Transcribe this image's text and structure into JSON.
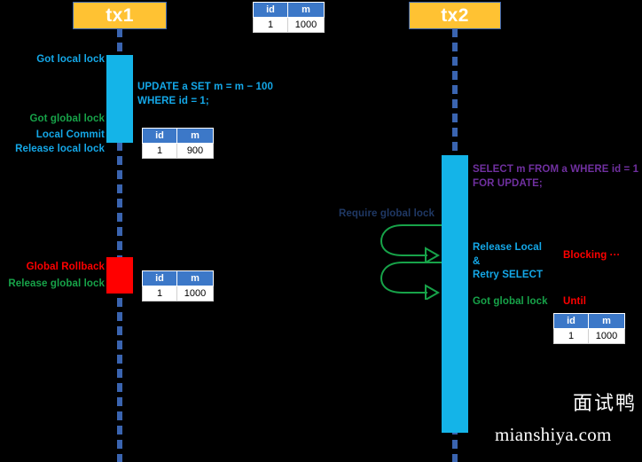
{
  "diagram": {
    "title": "Seata AT mode global lock sequence diagram",
    "background_color": "#000000",
    "actors": [
      {
        "id": "tx1",
        "label": "tx1"
      },
      {
        "id": "tx2",
        "label": "tx2"
      }
    ],
    "colors": {
      "actor_fill": "#FFC233",
      "actor_border": "#3A64B0",
      "lifeline": "#3A64B0",
      "activation": "#14B4E8",
      "rollback": "#FF0000",
      "cyan_text": "#14A8E8",
      "green_text": "#17A349",
      "red_text": "#FF0000",
      "navy_text": "#1F3864",
      "purple_text": "#7030A0",
      "table_header": "#3C78C8",
      "table_cell": "#FFFFFF"
    }
  },
  "tx1_labels": [
    {
      "text": "Got local lock",
      "color": "cyan"
    },
    {
      "text": "Got global lock",
      "color": "green"
    },
    {
      "text": "Local Commit",
      "color": "cyan"
    },
    {
      "text": "Release local lock",
      "color": "cyan"
    },
    {
      "text": "Global Rollback",
      "color": "red"
    },
    {
      "text": "Release global lock",
      "color": "green"
    }
  ],
  "tx2_labels": [
    {
      "text": "Require global lock",
      "color": "navy"
    },
    {
      "text": "Release Local",
      "color": "cyan"
    },
    {
      "text": "&",
      "color": "cyan"
    },
    {
      "text": "Retry SELECT",
      "color": "cyan"
    },
    {
      "text": "Got global lock",
      "color": "green"
    },
    {
      "text": "Blocking ···",
      "color": "red"
    },
    {
      "text": "Until",
      "color": "red"
    }
  ],
  "sql": {
    "update": "UPDATE a SET m = m − 100\nWHERE id = 1;",
    "select": "SELECT m FROM a WHERE id = 1\nFOR UPDATE;"
  },
  "tables": [
    {
      "name": "initial-state",
      "headers": [
        "id",
        "m"
      ],
      "rows": [
        [
          "1",
          "1000"
        ]
      ]
    },
    {
      "name": "after-local-commit",
      "headers": [
        "id",
        "m"
      ],
      "rows": [
        [
          "1",
          "900"
        ]
      ]
    },
    {
      "name": "after-global-rollback",
      "headers": [
        "id",
        "m"
      ],
      "rows": [
        [
          "1",
          "1000"
        ]
      ]
    },
    {
      "name": "tx2-select-result",
      "headers": [
        "id",
        "m"
      ],
      "rows": [
        [
          "1",
          "1000"
        ]
      ]
    }
  ],
  "watermark": {
    "brand_cn": "面试鸭",
    "url": "mianshiya.com"
  }
}
